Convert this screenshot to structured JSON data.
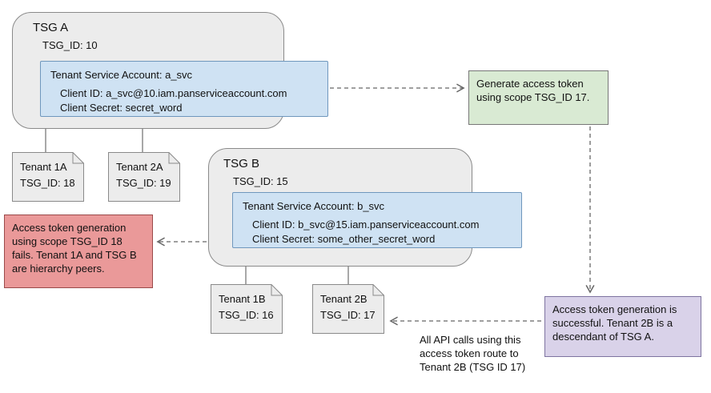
{
  "tsg_a": {
    "title": "TSG A",
    "tsg_id": "TSG_ID: 10",
    "account": {
      "title": "Tenant Service Account: a_svc",
      "client_id": "Client ID: a_svc@10.iam.panserviceaccount.com",
      "client_secret": "Client Secret: secret_word"
    }
  },
  "tsg_b": {
    "title": "TSG B",
    "tsg_id": "TSG_ID: 15",
    "account": {
      "title": "Tenant Service Account: b_svc",
      "client_id": "Client ID: b_svc@15.iam.panserviceaccount.com",
      "client_secret": "Client Secret: some_other_secret_word"
    }
  },
  "tenants": [
    {
      "name": "Tenant 1A",
      "tsg_id": "TSG_ID: 18"
    },
    {
      "name": "Tenant 2A",
      "tsg_id": "TSG_ID: 19"
    },
    {
      "name": "Tenant 1B",
      "tsg_id": "TSG_ID: 16"
    },
    {
      "name": "Tenant 2B",
      "tsg_id": "TSG_ID: 17"
    }
  ],
  "notes": {
    "generate_token": "Generate access token using scope TSG_ID 17.",
    "fail": "Access token generation using scope TSG_ID 18 fails. Tenant 1A and TSG B are hierarchy peers.",
    "success": "Access token generation is successful. Tenant 2B is a descendant of TSG A.",
    "route": "All API calls using this access token route to Tenant 2B (TSG ID 17)"
  },
  "colors": {
    "container_fill": "#ececec",
    "service_account_fill": "#cfe2f3",
    "generate_note_fill": "#d9ead3",
    "fail_note_fill": "#ea9999",
    "success_note_fill": "#d9d2e9",
    "connector": "#666666"
  }
}
